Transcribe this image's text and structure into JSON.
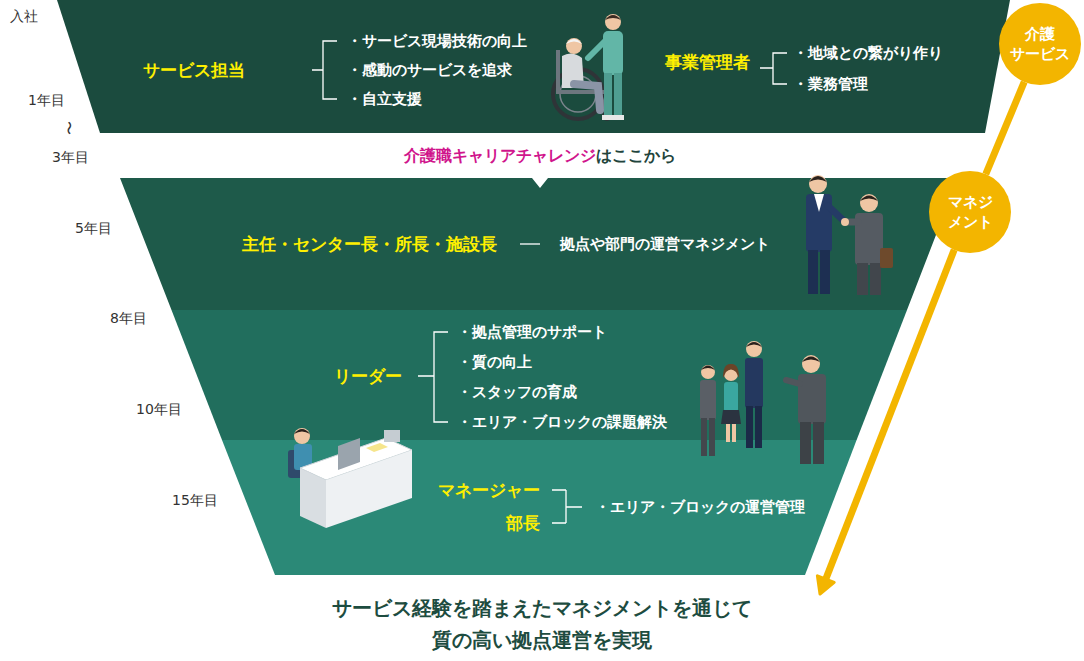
{
  "diagram": {
    "caption": "サービス経験を踏まえたマネジメントを通じて 質の高い拠点運営を実現",
    "nodes": [
      {
        "text": [
          "サービス担当",
          "・サービス現場技術の向上",
          "・感動のサービスを追求",
          "・自立支援",
          "事業管理者",
          "・地域との繋がり作り",
          "・業務管理"
        ]
      },
      {
        "text": [
          "介護 サービス"
        ]
      },
      {
        "text": [
          "主任・センター長・所長・施設長",
          "拠点や部門の運営マネジメント"
        ]
      },
      {
        "text": [
          "マネジ メント"
        ]
      },
      {
        "text": [
          "リーダー",
          "・拠点管理のサポート",
          "・質の向上",
          "・スタッフの育成",
          "・エリア・ブロックの課題解決"
        ]
      },
      {
        "text": [
          "マネージャー",
          "部長",
          "・エリア・ブロックの運営管理"
        ]
      }
    ],
    "edges": [
      {
        "from": 1,
        "to": 3,
        "arrow": "none"
      }
    ],
    "labels": [
      "入社",
      "1年目",
      "〜",
      "3年目",
      "5年目",
      "8年目",
      "10年目",
      "15年目",
      "介護職キャリアチャレンジ",
      "はここから"
    ]
  }
}
